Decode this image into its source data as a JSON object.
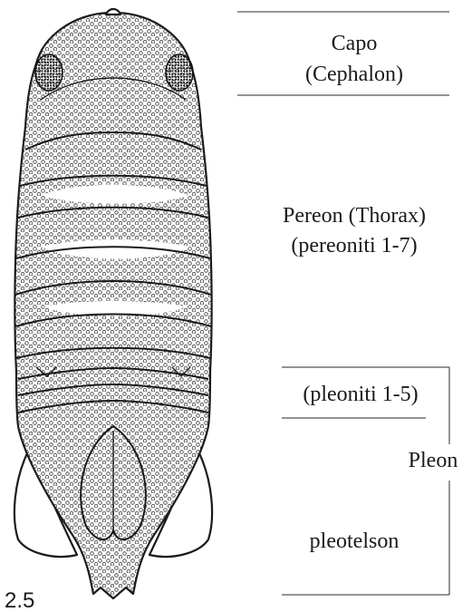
{
  "figure": {
    "number": "2.5",
    "labels": {
      "capo": "Capo",
      "cephalon": "(Cephalon)",
      "pereon": "Pereon (Thorax)",
      "pereoniti": "(pereoniti 1-7)",
      "pleoniti": "(pleoniti 1-5)",
      "pleon": "Pleon",
      "pleotelson": "pleotelson"
    }
  }
}
